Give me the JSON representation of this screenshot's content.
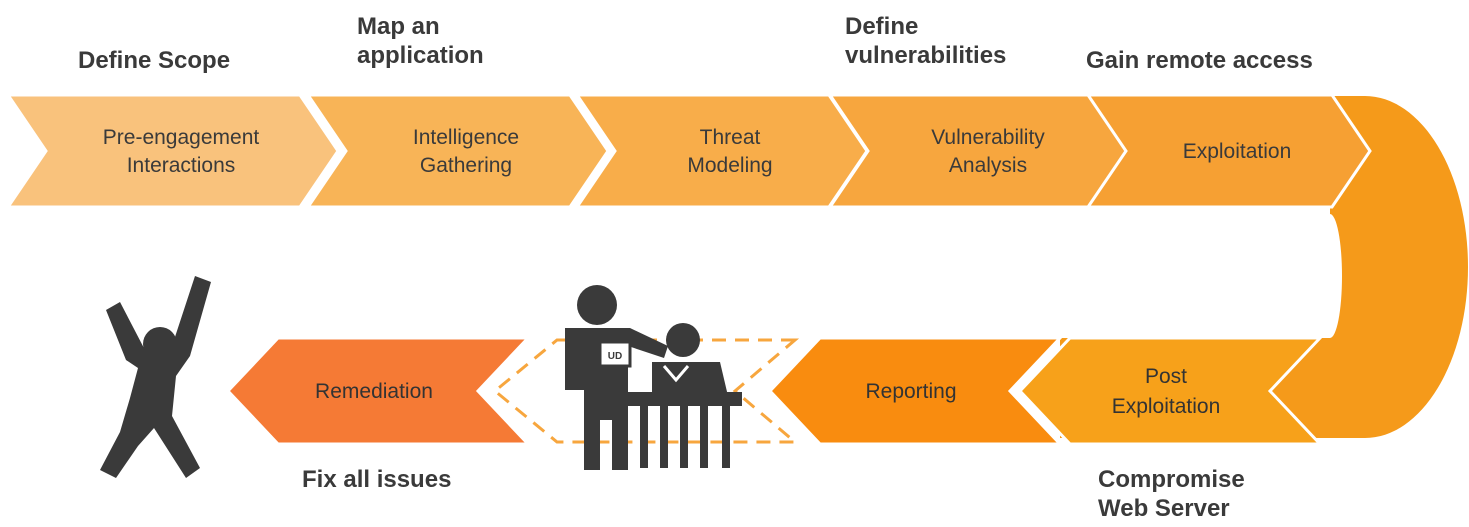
{
  "stages_top": [
    {
      "id": "pre-engagement",
      "lines": [
        "Pre-engagement",
        "Interactions"
      ],
      "goal": "Define Scope",
      "color": "#f9c27c"
    },
    {
      "id": "intelligence",
      "lines": [
        "Intelligence",
        "Gathering"
      ],
      "goal": "Map an\napplication",
      "color": "#f8b457"
    },
    {
      "id": "threat-modeling",
      "lines": [
        "Threat",
        "Modeling"
      ],
      "goal": "",
      "color": "#f8ad4a"
    },
    {
      "id": "vulnerability-analysis",
      "lines": [
        "Vulnerability",
        "Analysis"
      ],
      "goal": "Define\nvulnerabilities",
      "color": "#f7a63e"
    },
    {
      "id": "exploitation",
      "lines": [
        "Exploitation"
      ],
      "goal": "Gain remote access",
      "color": "#f6a033"
    }
  ],
  "stages_bottom": [
    {
      "id": "post-exploitation",
      "lines": [
        "Post",
        "Exploitation"
      ],
      "goal": "Compromise\nWeb Server",
      "color": "#f7a11a"
    },
    {
      "id": "reporting",
      "lines": [
        "Reporting"
      ],
      "goal": "",
      "color": "#f98c0f"
    },
    {
      "id": "remediation",
      "lines": [
        "Remediation"
      ],
      "goal": "Fix all issues",
      "color": "#f57a35"
    }
  ],
  "labels": {
    "define_scope": "Define Scope",
    "map_application": "Map an\napplication",
    "define_vulnerabilities": "Define\nvulnerabilities",
    "gain_remote_access": "Gain remote access",
    "compromise_web_server": "Compromise\nWeb Server",
    "fix_all_issues": "Fix all issues"
  },
  "badge_text": "UD",
  "colors": {
    "curve": "#f59a1a",
    "dashed_outline": "#f7a63e",
    "figure": "#3a3a3a"
  },
  "icons": [
    "celebrating-person-icon",
    "meeting-at-table-icon"
  ]
}
